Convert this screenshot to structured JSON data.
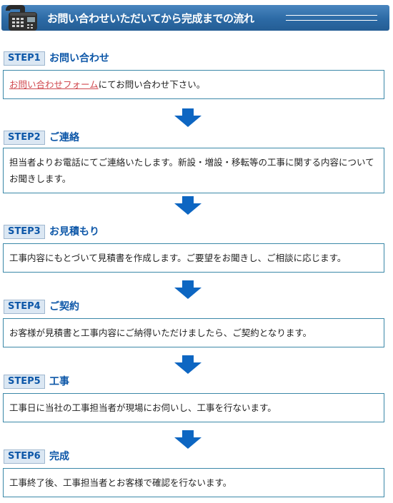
{
  "header": {
    "title": "お問い合わせいただいてから完成までの流れ",
    "icon": "phone-icon"
  },
  "colors": {
    "header_bg": "#2c6aa5",
    "step_blue": "#0d57a8",
    "box_border": "#3b88a8",
    "arrow": "#0d66c2",
    "link": "#d0494f"
  },
  "steps": [
    {
      "badge": "STEP1",
      "title": "お問い合わせ",
      "link_text": "お問い合わせフォーム",
      "text": "にてお問い合わせ下さい。"
    },
    {
      "badge": "STEP2",
      "title": "ご連絡",
      "text": "担当者よりお電話にてご連絡いたします。新設・増設・移転等の工事に関する内容についてお聞きします。"
    },
    {
      "badge": "STEP3",
      "title": "お見積もり",
      "text": "工事内容にもとづいて見積書を作成します。ご要望をお聞きし、ご相談に応じます。"
    },
    {
      "badge": "STEP4",
      "title": "ご契約",
      "text": "お客様が見積書と工事内容にご納得いただけましたら、ご契約となります。"
    },
    {
      "badge": "STEP5",
      "title": "工事",
      "text": "工事日に当社の工事担当者が現場にお伺いし、工事を行ないます。"
    },
    {
      "badge": "STEP6",
      "title": "完成",
      "text": "工事終了後、工事担当者とお客様で確認を行ないます。"
    }
  ]
}
